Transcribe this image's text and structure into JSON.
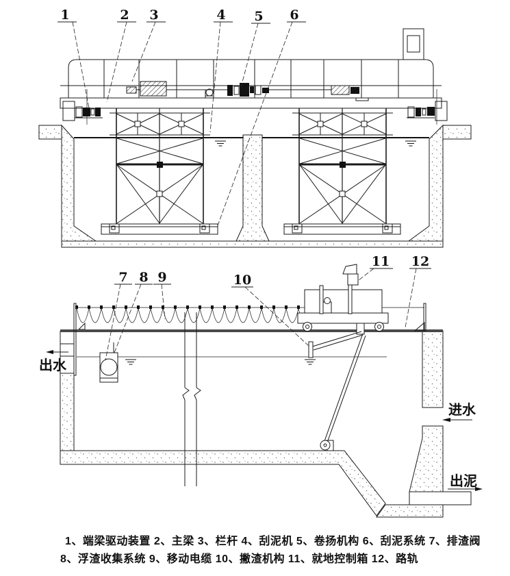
{
  "figure": {
    "callouts": [
      {
        "label": "1"
      },
      {
        "label": "2"
      },
      {
        "label": "3"
      },
      {
        "label": "4"
      },
      {
        "label": "5"
      },
      {
        "label": "6"
      },
      {
        "label": "7"
      },
      {
        "label": "8"
      },
      {
        "label": "9"
      },
      {
        "label": "10"
      },
      {
        "label": "11"
      },
      {
        "label": "12"
      }
    ],
    "flow_labels": {
      "outlet_water": "出水",
      "inlet_water": "进水",
      "sludge_outlet": "出泥"
    },
    "legend": {
      "line1": "1、端梁驱动装置 2、主梁 3、栏杆 4、刮泥机 5、卷扬机构 6、刮泥系统 7、排渣阀",
      "line2": "8、浮渣收集系统 9、移动电缆 10、撇渣机构 11、就地控制箱 12、路轨",
      "items": [
        {
          "num": "1",
          "label": "端梁驱动装置"
        },
        {
          "num": "2",
          "label": "主梁"
        },
        {
          "num": "3",
          "label": "栏杆"
        },
        {
          "num": "4",
          "label": "刮泥机"
        },
        {
          "num": "5",
          "label": "卷扬机构"
        },
        {
          "num": "6",
          "label": "刮泥系统"
        },
        {
          "num": "7",
          "label": "排渣阀"
        },
        {
          "num": "8",
          "label": "浮渣收集系统"
        },
        {
          "num": "9",
          "label": "移动电缆"
        },
        {
          "num": "10",
          "label": "撇渣机构"
        },
        {
          "num": "11",
          "label": "就地控制箱"
        },
        {
          "num": "12",
          "label": "路轨"
        }
      ]
    },
    "colors": {
      "line": "#1a1a1a",
      "rail_line": "#4a4a4a",
      "background": "#ffffff"
    }
  }
}
